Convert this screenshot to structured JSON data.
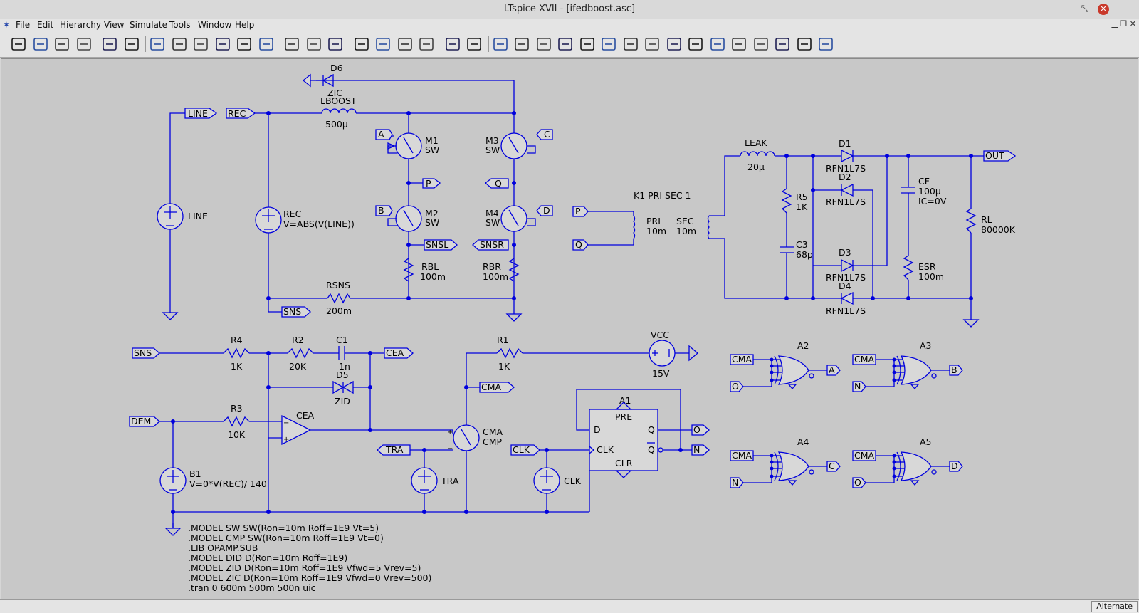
{
  "window": {
    "title": "LTspice XVII - [ifedboost.asc]"
  },
  "menu": [
    "File",
    "Edit",
    "Hierarchy",
    "View",
    "Simulate",
    "Tools",
    "Window",
    "Help"
  ],
  "toolbar_icons": [
    "run-icon",
    "open-icon",
    "save-icon",
    "control-panel-icon",
    "probe-icon",
    "halt-icon",
    "zoom-in-icon",
    "pan-icon",
    "zoom-out-icon",
    "zoom-fit-icon",
    "autorange-icon",
    "fft-icon",
    "tile-horizontal-icon",
    "tile-vertical-icon",
    "cascade-icon",
    "cut-icon",
    "copy-icon",
    "paste-icon",
    "find-icon",
    "print-preview-icon",
    "print-icon",
    "draw-wire-icon",
    "ground-icon",
    "label-net-icon",
    "resistor-icon",
    "capacitor-icon",
    "inductor-icon",
    "diode-icon",
    "component-icon",
    "move-icon",
    "drag-icon",
    "undo-icon",
    "redo-icon",
    "rotate-icon",
    "mirror-icon",
    "text-icon",
    "spice-directive-icon"
  ],
  "status": {
    "mode": "Alternate"
  },
  "schematic": {
    "labels": {
      "line": "LINE",
      "rec": "REC",
      "a": "A",
      "b": "B",
      "c": "C",
      "d": "D",
      "p": "P",
      "q": "Q",
      "snsl": "SNSL",
      "snsr": "SNSR",
      "sns": "SNS",
      "out": "OUT",
      "cea": "CEA",
      "cma": "CMA",
      "dem": "DEM",
      "tra": "TRA",
      "clk": "CLK",
      "o": "O",
      "n": "N",
      "vcc": "VCC"
    },
    "components": {
      "d6": "D6",
      "zic": "ZIC",
      "lboost": "LBOOST",
      "lboost_val": "500µ",
      "line_src": "LINE",
      "rec_src": "REC",
      "rec_expr": "V=ABS(V(LINE))",
      "m1": "M1",
      "m2": "M2",
      "m3": "M3",
      "m4": "M4",
      "sw": "SW",
      "rbl": "RBL",
      "rbr": "RBR",
      "r100m": "100m",
      "rsns": "RSNS",
      "rsns_val": "200m",
      "k1": "K1 PRI SEC 1",
      "pri": "PRI",
      "sec": "SEC",
      "l10m": "10m",
      "leak": "LEAK",
      "leak_val": "20µ",
      "r5": "R5",
      "r5_val": "1K",
      "c3": "C3",
      "c3_val": "68p",
      "d1": "D1",
      "d2": "D2",
      "d3": "D3",
      "d4": "D4",
      "rfn": "RFN1L7S",
      "cf": "CF",
      "cf_val": "100µ",
      "cf_ic": "IC=0V",
      "esr": "ESR",
      "esr_val": "100m",
      "rl": "RL",
      "rl_val": "80000K",
      "r4": "R4",
      "r4_val": "1K",
      "r2": "R2",
      "r2_val": "20K",
      "c1": "C1",
      "c1_val": "1n",
      "d5": "D5",
      "zid": "ZID",
      "r3": "R3",
      "r3_val": "10K",
      "cea_amp": "CEA",
      "b1": "B1",
      "b1_expr": "V=0*V(REC)/ 140",
      "r1": "R1",
      "r1_val": "1K",
      "vcc_val": "15V",
      "cma_cmp": "CMA",
      "cmp": "CMP",
      "tra_src": "TRA",
      "clk_src": "CLK",
      "a1": "A1",
      "pre": "PRE",
      "clr": "CLR",
      "ff_d": "D",
      "ff_clk": "CLK",
      "ff_q": "Q",
      "ff_qb": "Q",
      "a2": "A2",
      "a3": "A3",
      "a4": "A4",
      "a5": "A5"
    },
    "directives": [
      ".MODEL SW SW(Ron=10m Roff=1E9 Vt=5)",
      ".MODEL CMP SW(Ron=10m Roff=1E9 Vt=0)",
      ".LIB OPAMP.SUB",
      ".MODEL DID D(Ron=10m Roff=1E9)",
      ".MODEL ZID D(Ron=10m Roff=1E9 Vfwd=5 Vrev=5)",
      ".MODEL ZIC D(Ron=10m Roff=1E9 Vfwd=0 Vrev=500)",
      ".tran 0 600m 500m 500n uic"
    ]
  }
}
